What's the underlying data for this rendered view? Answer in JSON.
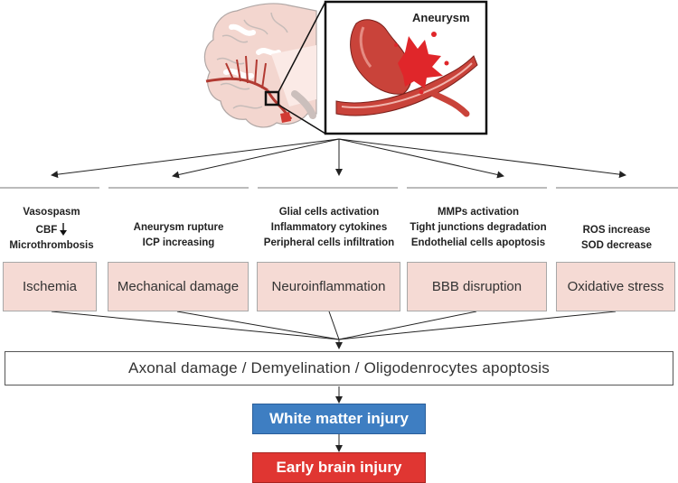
{
  "illustration": {
    "label": "Aneurysm"
  },
  "mechanisms": [
    {
      "lines": [
        "Vasospasm",
        "CBF",
        "Microthrombosis"
      ],
      "cbf_trend_icon": "arrow-down-icon",
      "box_label": "Ischemia"
    },
    {
      "lines": [
        "Aneurysm  rupture",
        "ICP increasing"
      ],
      "box_label": "Mechanical damage"
    },
    {
      "lines": [
        "Glial cells activation",
        "Inflammatory cytokines",
        "Peripheral cells infiltration"
      ],
      "box_label": "Neuroinflammation"
    },
    {
      "lines": [
        "MMPs  activation",
        "Tight junctions degradation",
        "Endothelial  cells  apoptosis"
      ],
      "box_label": "BBB  disruption"
    },
    {
      "lines": [
        "ROS  increase",
        "SOD  decrease"
      ],
      "box_label": "Oxidative stress"
    }
  ],
  "convergence": {
    "label": "Axonal damage / Demyelination / Oligodenrocytes  apoptosis"
  },
  "outcomes": [
    {
      "label": "White matter injury",
      "color": "#3e7ec2"
    },
    {
      "label": "Early brain injury",
      "color": "#e03632"
    }
  ]
}
